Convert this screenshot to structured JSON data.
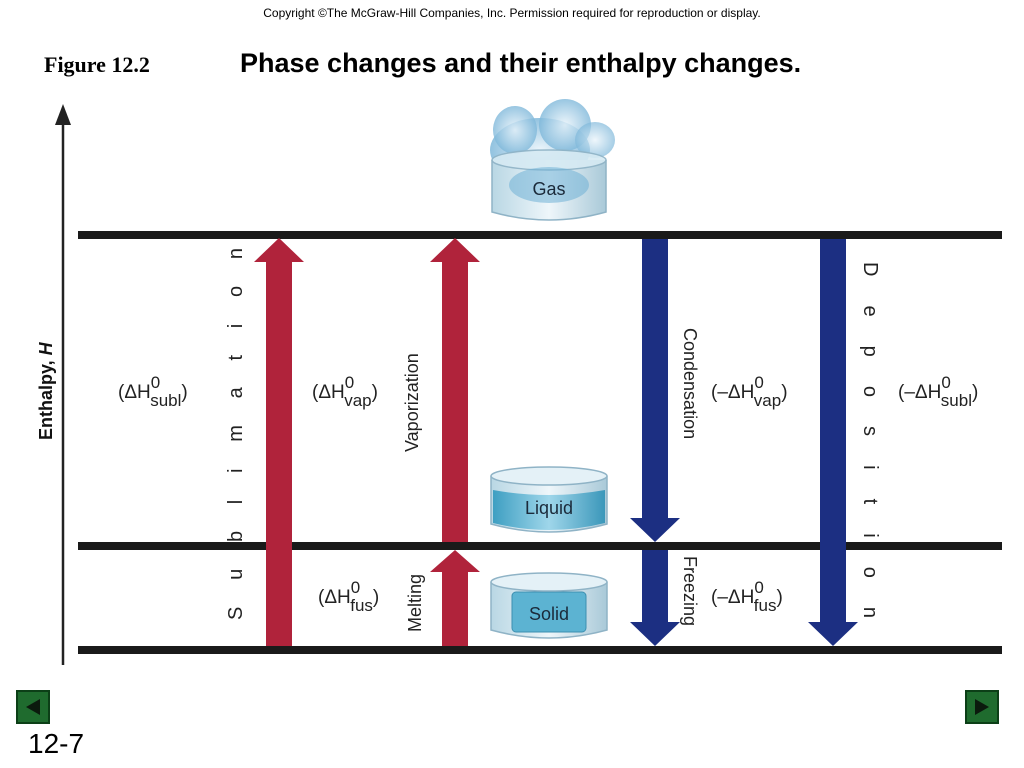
{
  "header": {
    "copyright": "Copyright ©The McGraw-Hill Companies, Inc.  Permission required for reproduction or display.",
    "figure_label": "Figure 12.2",
    "title": "Phase changes and their enthalpy changes."
  },
  "axis": {
    "label_main": "Enthalpy, ",
    "label_var": "H"
  },
  "phases": {
    "gas": "Gas",
    "liquid": "Liquid",
    "solid": "Solid"
  },
  "processes": {
    "sublimation": "Sublimation",
    "vaporization": "Vaporization",
    "melting": "Melting",
    "condensation": "Condensation",
    "freezing": "Freezing",
    "deposition": "Deposition"
  },
  "enthalpy_labels": {
    "subl_pos": {
      "prefix": "(ΔH",
      "sup": "0",
      "sub": "subl",
      "suffix": ")"
    },
    "vap_pos": {
      "prefix": "(ΔH",
      "sup": "0",
      "sub": "vap",
      "suffix": ")"
    },
    "fus_pos": {
      "prefix": "(ΔH",
      "sup": "0",
      "sub": "fus",
      "suffix": ")"
    },
    "vap_neg": {
      "prefix": "(–ΔH",
      "sup": "0",
      "sub": "vap",
      "suffix": ")"
    },
    "fus_neg": {
      "prefix": "(–ΔH",
      "sup": "0",
      "sub": "fus",
      "suffix": ")"
    },
    "subl_neg": {
      "prefix": "(–ΔH",
      "sup": "0",
      "sub": "subl",
      "suffix": ")"
    }
  },
  "colors": {
    "endothermic_arrow": "#b0233b",
    "exothermic_arrow": "#1c2f82",
    "nav_button": "#1f6b2e"
  },
  "footer": {
    "slide_number": "12-7"
  }
}
